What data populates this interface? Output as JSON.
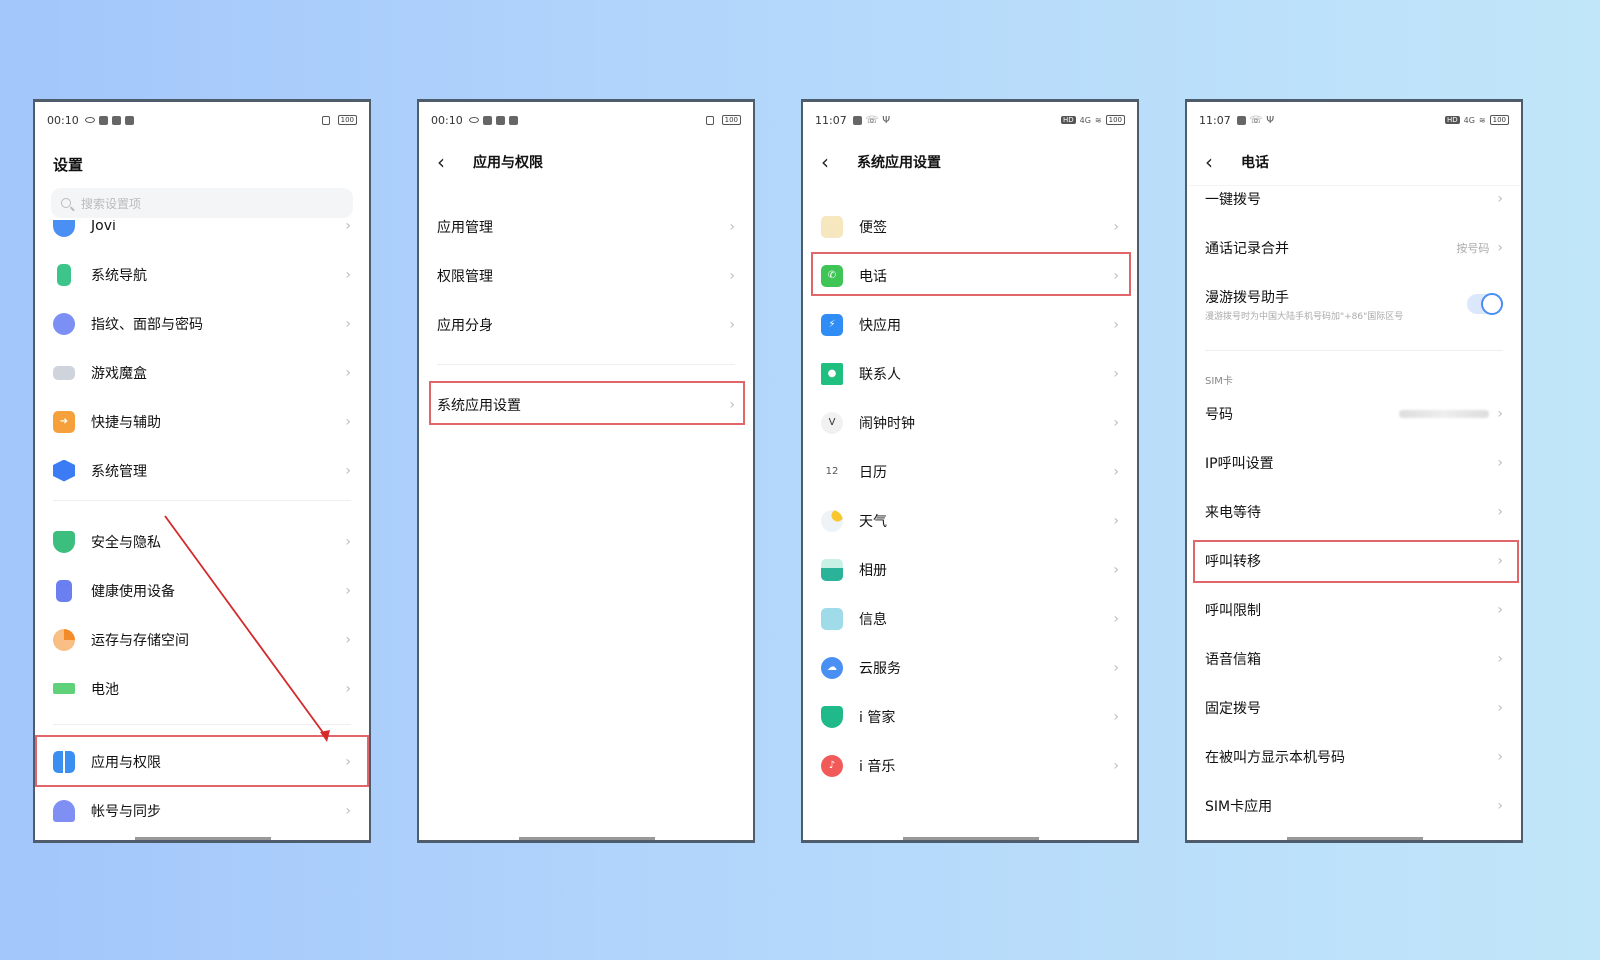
{
  "phones": [
    {
      "status": {
        "time": "00:10",
        "battery": "100"
      },
      "title": "设置",
      "search": {
        "placeholder": "搜索设置项"
      },
      "items": [
        {
          "label": "Jovi",
          "icon": "jovi-icon",
          "color": "#4a8ff3"
        },
        {
          "label": "系统导航",
          "icon": "phone-nav-icon",
          "color": "#3cc48a"
        },
        {
          "label": "指纹、面部与密码",
          "icon": "fingerprint-icon",
          "color": "#7b8ff5"
        },
        {
          "label": "游戏魔盒",
          "icon": "game-box-icon",
          "color": "#cfd3dc"
        },
        {
          "label": "快捷与辅助",
          "icon": "shortcut-icon",
          "color": "#f5a03b"
        },
        {
          "label": "系统管理",
          "icon": "system-manage-icon",
          "color": "#3b7cf5"
        },
        {
          "label": "安全与隐私",
          "icon": "shield-icon",
          "color": "#3cbf7e"
        },
        {
          "label": "健康使用设备",
          "icon": "health-icon",
          "color": "#6a7ff0"
        },
        {
          "label": "运存与存储空间",
          "icon": "storage-pie-icon",
          "color": "#f5a960"
        },
        {
          "label": "电池",
          "icon": "battery-icon",
          "color": "#5fd17a"
        },
        {
          "label": "应用与权限",
          "icon": "apps-grid-icon",
          "color": "#3b8ff0"
        },
        {
          "label": "帐号与同步",
          "icon": "account-icon",
          "color": "#7f8ff3"
        }
      ]
    },
    {
      "status": {
        "time": "00:10",
        "battery": "100"
      },
      "title": "应用与权限",
      "items": [
        {
          "label": "应用管理"
        },
        {
          "label": "权限管理"
        },
        {
          "label": "应用分身"
        },
        {
          "label": "系统应用设置"
        }
      ]
    },
    {
      "status": {
        "time": "11:07",
        "battery": "100",
        "network": "4G"
      },
      "title": "系统应用设置",
      "items": [
        {
          "label": "便签",
          "icon": "notes-icon",
          "color": "#f7e7bf"
        },
        {
          "label": "电话",
          "icon": "phone-icon",
          "color": "#3fc456"
        },
        {
          "label": "快应用",
          "icon": "quick-app-icon",
          "color": "#2f8df5"
        },
        {
          "label": "联系人",
          "icon": "contacts-icon",
          "color": "#1fbf7f"
        },
        {
          "label": "闹钟时钟",
          "icon": "clock-icon",
          "color": "#eeeeee"
        },
        {
          "label": "日历",
          "icon": "calendar-icon",
          "color": "#ffffff",
          "text": "12"
        },
        {
          "label": "天气",
          "icon": "weather-icon",
          "color": "#eef3f8"
        },
        {
          "label": "相册",
          "icon": "gallery-icon",
          "color": "#2bb39a"
        },
        {
          "label": "信息",
          "icon": "messages-icon",
          "color": "#9fdbe8"
        },
        {
          "label": "云服务",
          "icon": "cloud-icon",
          "color": "#4a8ff3"
        },
        {
          "label": "i 管家",
          "icon": "i-manager-icon",
          "color": "#1fb98a"
        },
        {
          "label": "i 音乐",
          "icon": "music-icon",
          "color": "#f25a5a"
        }
      ]
    },
    {
      "status": {
        "time": "11:07",
        "battery": "100",
        "network": "4G"
      },
      "title": "电话",
      "items": [
        {
          "label": "一键拨号"
        },
        {
          "label": "通话记录合并",
          "value": "按号码"
        },
        {
          "label": "漫游拨号助手",
          "sub": "漫游拨号时为中国大陆手机号码加\"+86\"国际区号",
          "toggle": true
        },
        {
          "label": "号码"
        },
        {
          "label": "IP呼叫设置"
        },
        {
          "label": "来电等待"
        },
        {
          "label": "呼叫转移"
        },
        {
          "label": "呼叫限制"
        },
        {
          "label": "语音信箱"
        },
        {
          "label": "固定拨号"
        },
        {
          "label": "在被叫方显示本机号码"
        },
        {
          "label": "SIM卡应用"
        }
      ],
      "section_sim": "SIM卡"
    }
  ],
  "chevron": "›",
  "back": "‹"
}
